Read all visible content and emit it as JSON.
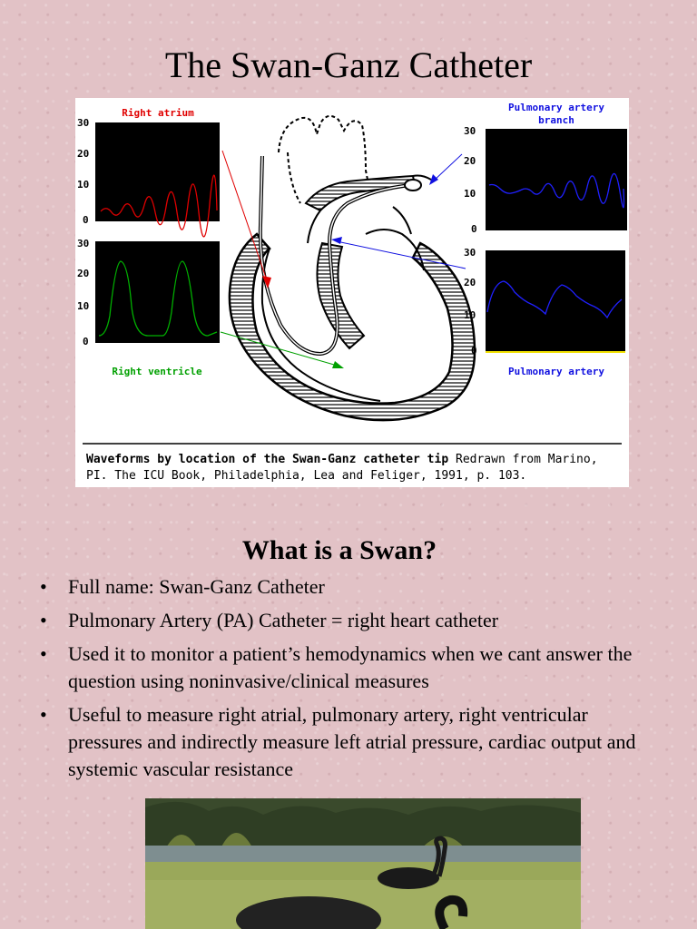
{
  "title": "The Swan-Ganz Catheter",
  "figure": {
    "labels": {
      "right_atrium": "Right atrium",
      "right_ventricle": "Right ventricle",
      "pulmonary_artery_branch_line1": "Pulmonary artery",
      "pulmonary_artery_branch_line2": "branch",
      "pulmonary_artery": "Pulmonary artery"
    },
    "ticks": [
      "30",
      "20",
      "10",
      "0"
    ],
    "caption_bold": "Waveforms by location of the Swan-Ganz catheter tip",
    "caption_rest": " Redrawn from Marino, PI. The ICU Book, Philadelphia, Lea and Feliger, 1991, p. 103.",
    "colors": {
      "right_atrium": "#e00000",
      "right_ventricle": "#00a000",
      "pulmonary": "#1010e0"
    }
  },
  "section": {
    "heading": "What is a Swan?",
    "bullets": [
      "Full name: Swan-Ganz Catheter",
      "Pulmonary Artery (PA) Catheter = right heart catheter",
      "Used it to monitor a patient’s hemodynamics when we cant answer the question using noninvasive/clinical measures",
      "Useful to measure right atrial, pulmonary artery, right ventricular pressures and indirectly measure left atrial pressure, cardiac output and systemic vascular resistance"
    ]
  }
}
